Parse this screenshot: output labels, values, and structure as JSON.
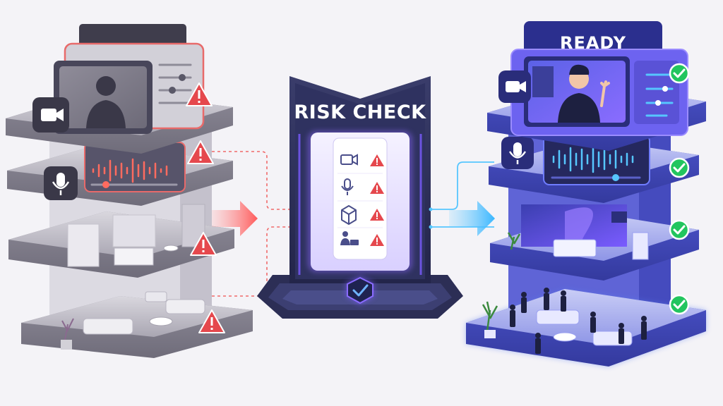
{
  "panel": {
    "title": "RISK CHECK"
  },
  "ready_tower": {
    "title": "READY"
  },
  "checklist": [
    {
      "icon": "video-camera-icon",
      "status": "warning"
    },
    {
      "icon": "microphone-icon",
      "status": "warning"
    },
    {
      "icon": "box-icon",
      "status": "warning"
    },
    {
      "icon": "person-at-desk-icon",
      "status": "warning"
    }
  ],
  "colors": {
    "warning": "#e5484d",
    "success": "#22c55e",
    "accent_purple": "#6d4aff",
    "accent_blue": "#4c6bff",
    "risk_glow": "#ff6b6b",
    "ready_glow": "#4fc3f7"
  }
}
